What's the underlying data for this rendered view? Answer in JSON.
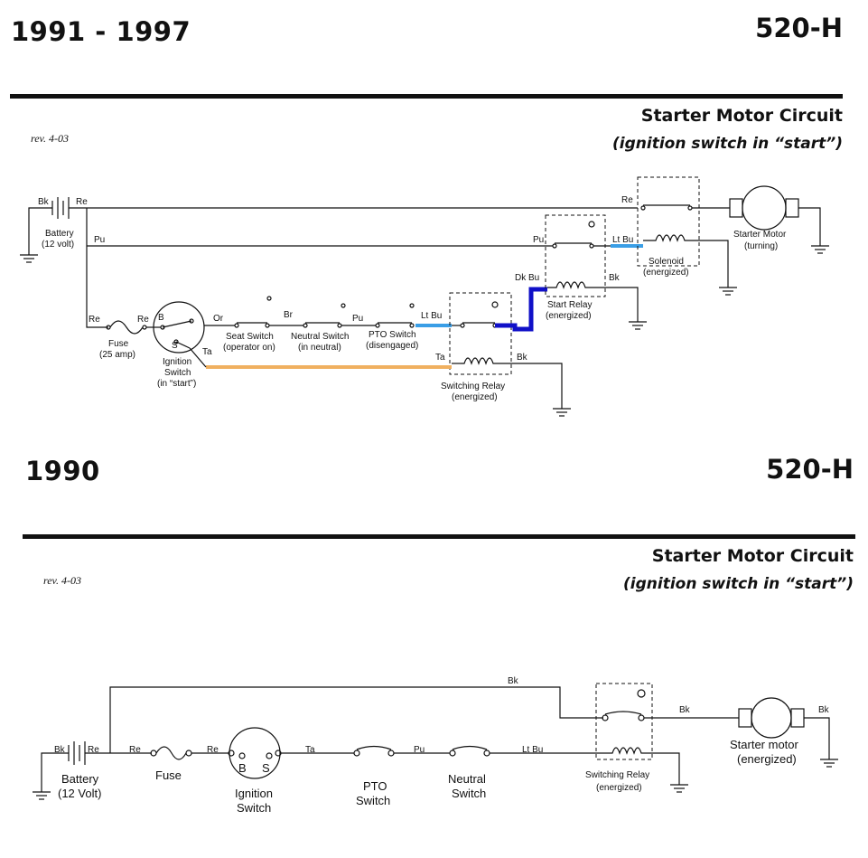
{
  "top": {
    "years": "1991 - 1997",
    "model": "520-H",
    "title": "Starter Motor Circuit",
    "subtitle": "(ignition switch in “start”)",
    "rev": "rev. 4-03",
    "labels": {
      "bk": "Bk",
      "re": "Re",
      "pu": "Pu",
      "or": "Or",
      "br": "Br",
      "ltbu": "Lt Bu",
      "dkbu": "Dk Bu",
      "ta": "Ta",
      "b": "B",
      "s": "S",
      "battery": "Battery",
      "battery_v": "(12 volt)",
      "fuse": "Fuse",
      "fuse_amp": "(25 amp)",
      "ign1": "Ignition",
      "ign2": "Switch",
      "ign3": "(in “start”)",
      "seat1": "Seat Switch",
      "seat2": "(operator on)",
      "neutral1": "Neutral Switch",
      "neutral2": "(in neutral)",
      "pto1": "PTO Switch",
      "pto2": "(disengaged)",
      "swrelay1": "Switching Relay",
      "swrelay2": "(energized)",
      "strelay1": "Start Relay",
      "strelay2": "(energized)",
      "solenoid1": "Solenoid",
      "solenoid2": "(energized)",
      "motor1": "Starter Motor",
      "motor2": "(turning)"
    },
    "colors": {
      "light_blue": "#3a9ee6",
      "dark_blue": "#1010c8",
      "tan": "#f0b060"
    }
  },
  "bottom": {
    "years": "1990",
    "model": "520-H",
    "title": "Starter Motor Circuit",
    "subtitle": "(ignition switch in “start”)",
    "rev": "rev. 4-03",
    "labels": {
      "bk": "Bk",
      "re": "Re",
      "ta": "Ta",
      "pu": "Pu",
      "ltbu": "Lt Bu",
      "b": "B",
      "s": "S",
      "battery": "Battery",
      "battery_v": "(12 Volt)",
      "fuse": "Fuse",
      "ign1": "Ignition",
      "ign2": "Switch",
      "pto1": "PTO",
      "pto2": "Switch",
      "neutral1": "Neutral",
      "neutral2": "Switch",
      "swrelay1": "Switching Relay",
      "swrelay2": "(energized)",
      "motor1": "Starter motor",
      "motor2": "(energized)"
    }
  }
}
